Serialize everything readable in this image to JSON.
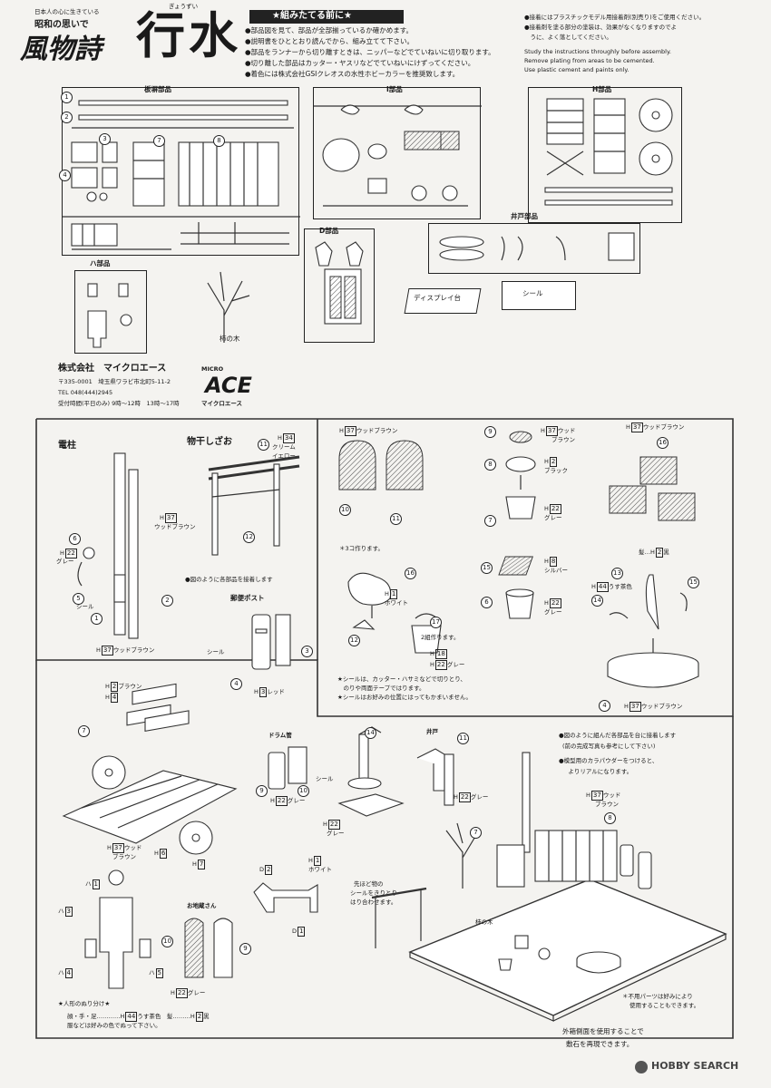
{
  "header": {
    "tagline1": "日本人の心に生きている",
    "tagline2": "昭和の思いで",
    "series_title": "風物詩",
    "product_title": "行水",
    "product_ruby": "ぎょうずい"
  },
  "before_assembly": {
    "title": "★組みたてる前に★",
    "items": [
      "●部品図を見て、部品が全部揃っているか確かめます。",
      "●説明書をひととおり読んでから、組み立てて下さい。",
      "●部品をランナーから切り離すときは、ニッパーなどでていねいに切り取ります。",
      "●切り離した部品はカッター・ヤスリなどでていねいにけずってください。",
      "●着色には株式会社GSIクレオスの水性ホビーカラーを推奨致します。"
    ],
    "notes_jp": [
      "●接着にはプラスチックモデル用接着剤(別売り)をご使用ください。",
      "●接着剤を塗る部分の塗装は、効果がなくなりますのでよ",
      "　うに、よく落としてください。"
    ],
    "notes_en": [
      "Study the instructions throughly before assembly.",
      "Remove plating from areas to be cemented.",
      "Use plastic cement and paints only."
    ]
  },
  "parts": {
    "board_label": "板塀部品",
    "i_label": "I部品",
    "h_label": "H部品",
    "d_label": "D部品",
    "well_label": "井戸部品",
    "ha_label": "ハ部品",
    "display_label": "ディスプレイ台",
    "seal_label": "シール",
    "persimmon_label": "柿の木"
  },
  "company": {
    "name": "株式会社　マイクロエース",
    "address": "〒335-0001　埼玉県ワラビ市北町5-11-2",
    "tel": "TEL 048(444)2945",
    "hours": "受付時間(平日のみ) 9時〜12時　13時〜17時",
    "logo_top": "MICRO",
    "logo_main": "ACE",
    "logo_sub": "マイクロエース"
  },
  "steps": {
    "pole_title": "電柱",
    "pole_h22": "H",
    "pole_gray": "グレー",
    "pole_seal": "シール",
    "pole_brown": "ウッドブラウン",
    "drying_title": "物干しざお",
    "drying_cream": "クリーム",
    "drying_yellow": "イエロー",
    "drying_brown": "ウッドブラウン",
    "drying_note": "●図のように各部品を接着します",
    "post_title": "郵便ポスト",
    "post_seal": "シール",
    "post_red": "レッド",
    "basket_brown": "ウッドブラウン",
    "stove_brown1": "ウッド",
    "stove_brown2": "ブラウン",
    "stove_black": "ブラック",
    "stove_gray": "グレー",
    "firewood_brown": "ウッドブラウン",
    "chicken_note": "＊3コ作ります。",
    "chicken_white": "ホワイト",
    "washboard_silver": "シルバー",
    "washboard_gray": "グレー",
    "bucket_note": "2組作ります。",
    "bucket_gray": "グレー",
    "tub_hair": "髪…H",
    "tub_hair_color": "黒",
    "tub_skin": "うす茶色",
    "tub_brown": "ウッドブラウン",
    "seal_note1": "★シールは、カッター・ハサミなどで切りとり、",
    "seal_note2": "　のりや両面テープではります。",
    "seal_note3": "★シールはお好みの位置にはってもかまいません。",
    "cart_brown": "ブラウン",
    "cart_wood_brown1": "ウッド",
    "cart_wood_brown2": "ブラウン",
    "drum_title": "ドラム管",
    "drum_gray": "グレー",
    "pump_seal": "シール",
    "pump_gray": "グレー",
    "well_title": "井戸",
    "well_gray": "グレー",
    "dog_white": "ホワイト",
    "dog_note1": "先ほど物の",
    "dog_note2": "シールをきりとり",
    "dog_note3": "はり合わせます。",
    "jizo_title": "お地蔵さん",
    "jizo_gray": "グレー",
    "persimmon": "柿の木",
    "figure_note_title": "★人形のぬり分け★",
    "figure_note_line": "顔・手・足…………H",
    "figure_note_skin": "うす茶色　髪………H",
    "figure_note_hair": "黒",
    "figure_note_free": "服などは好みの色でぬって下さい。",
    "final_note1": "●図のように組んだ各部品を台に接着します",
    "final_note2": "(前の完成写真も参考にして下さい)",
    "final_note3": "●模型用のカラパウダーをつけると、",
    "final_note4": "　よりリアルになります。",
    "final_brown1": "ウッド",
    "final_brown2": "ブラウン",
    "free_part1": "＊不用パーツは好みにより",
    "free_part2": "使用することもできます。",
    "base_note1": "外箱側面を使用することで",
    "base_note2": "敷石を再現できます。"
  },
  "watermark": "HOBBY SEARCH"
}
